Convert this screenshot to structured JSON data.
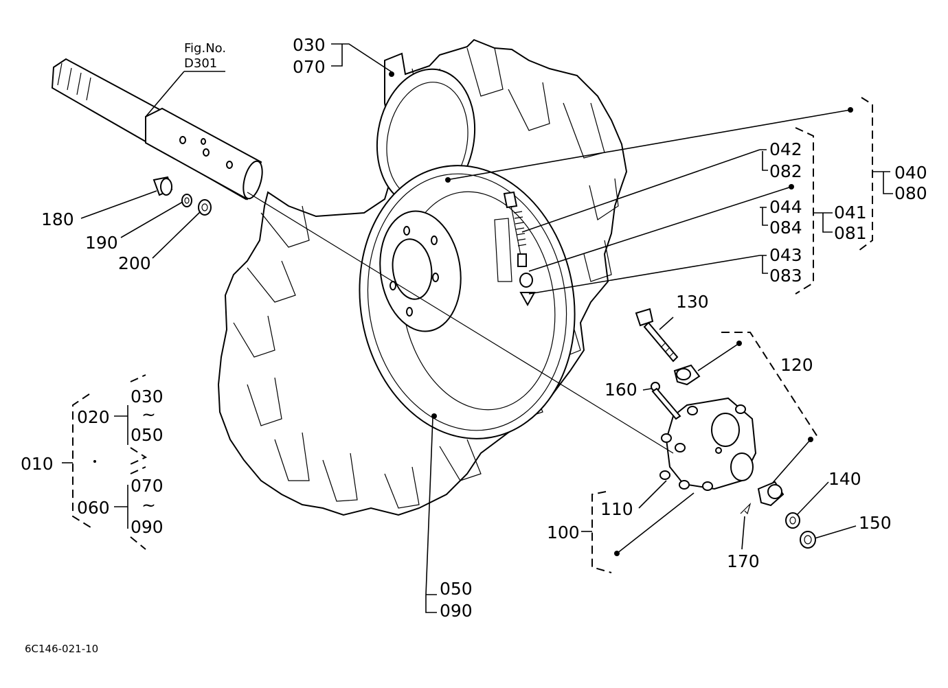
{
  "figure": {
    "ref_caption": "Fig.No.",
    "ref_number": "D301",
    "drawing_code": "6C146-021-10"
  },
  "callouts": {
    "c010": "010",
    "c020": "020",
    "c030a": "030",
    "c030b": "030",
    "c050a": "050",
    "c050b": "050",
    "c060": "060",
    "c070a": "070",
    "c070b": "070",
    "c090a": "090",
    "c090b": "090",
    "c040": "040",
    "c080": "080",
    "c041": "041",
    "c081": "081",
    "c042": "042",
    "c082": "082",
    "c043": "043",
    "c083": "083",
    "c044": "044",
    "c084": "084",
    "c100": "100",
    "c110": "110",
    "c120": "120",
    "c130": "130",
    "c140": "140",
    "c150": "150",
    "c160": "160",
    "c170": "170",
    "c180": "180",
    "c190": "190",
    "c200": "200"
  },
  "range_symbol": "~",
  "icons": {
    "tire": "tractor-tire-icon",
    "rim": "wheel-rim-icon",
    "axle": "axle-shaft-icon",
    "hub": "wheel-hub-icon",
    "valve": "tire-valve-icon"
  }
}
